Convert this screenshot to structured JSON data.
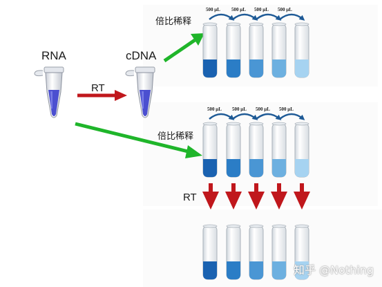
{
  "labels": {
    "rna": "RNA",
    "cdna": "cDNA",
    "rt_top": "RT",
    "rt_mid": "RT",
    "dilution_top": "倍比稀释",
    "dilution_mid": "倍比稀释"
  },
  "volumes_top": [
    "500 μL",
    "500 μL",
    "500 μL",
    "500 μL"
  ],
  "volumes_mid": [
    "500 μL",
    "500 μL",
    "500 μL",
    "500 μL"
  ],
  "watermark": "知乎 @Nothing",
  "colors": {
    "green_arrow": "#1fb52a",
    "red_arrow": "#c0171c",
    "blue_arrow": "#1e5a96",
    "tube_liquids": [
      "#1a62b1",
      "#2b7dc6",
      "#4a96d4",
      "#6db0e0",
      "#a6d3f1"
    ],
    "eppendorf_liquid": "#4b4fd0"
  }
}
